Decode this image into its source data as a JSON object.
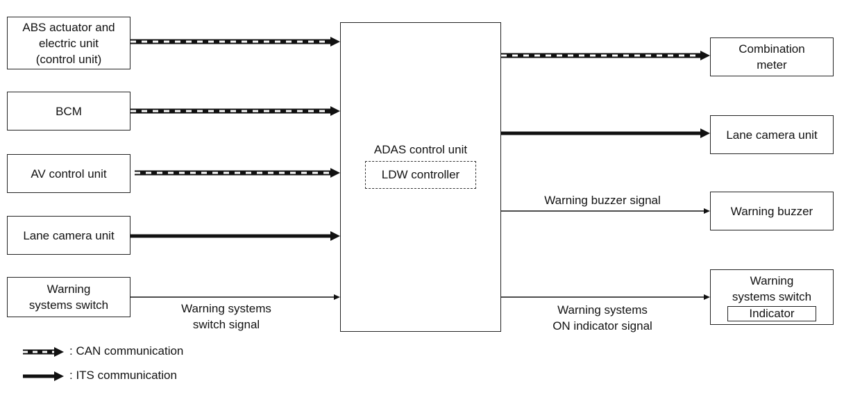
{
  "inputs": {
    "abs": [
      "ABS actuator and",
      "electric unit",
      "(control unit)"
    ],
    "bcm": "BCM",
    "av": "AV control unit",
    "lane_camera": "Lane camera unit",
    "warning_switch": [
      "Warning",
      "systems switch"
    ]
  },
  "controller": {
    "title": "ADAS control unit",
    "sub": "LDW controller"
  },
  "outputs": {
    "combination_meter": [
      "Combination",
      "meter"
    ],
    "lane_camera": "Lane camera unit",
    "warning_buzzer": "Warning buzzer",
    "warning_switch": [
      "Warning",
      "systems switch"
    ],
    "indicator": "Indicator"
  },
  "signals": {
    "switch_signal": [
      "Warning systems",
      "switch signal"
    ],
    "buzzer_signal": "Warning buzzer signal",
    "on_indicator_signal": [
      "Warning systems",
      "ON indicator signal"
    ]
  },
  "legend": {
    "can": ": CAN communication",
    "its": ": ITS communication"
  }
}
